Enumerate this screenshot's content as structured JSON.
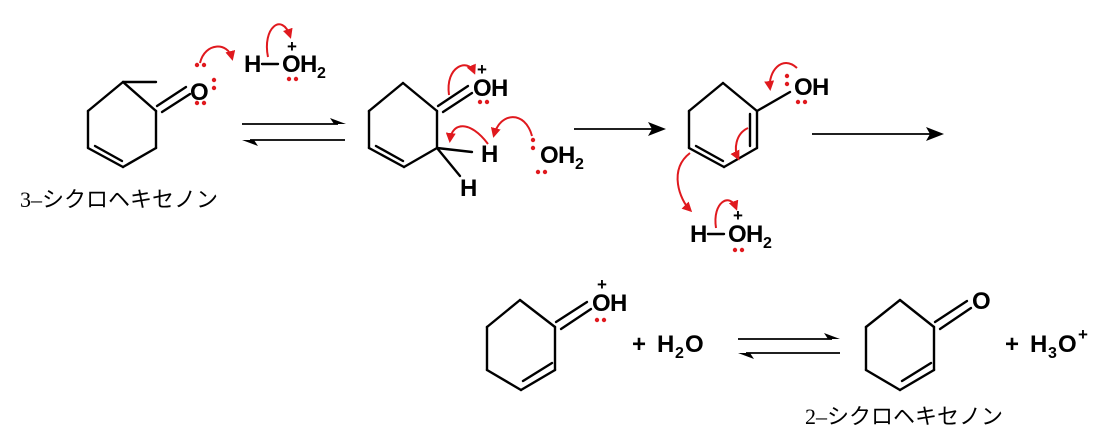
{
  "labels": {
    "reactant_name": "3–シクロヘキセノン",
    "product_name": "2–シクロヘキセノン"
  },
  "atoms": {
    "O": "O",
    "OH": "OH",
    "OH_O": "O",
    "OH_H": "H",
    "H": "H",
    "H2O_H": "H",
    "H2O_O": "O",
    "H3O_H": "H",
    "H3O_O": "O",
    "sub2": "2",
    "sub3": "3",
    "plus_sign": "+",
    "charge_plus": "+"
  },
  "colors": {
    "electron_arrows": "#e0191e",
    "lone_pairs": "#e0191e",
    "bonds": "#000000"
  }
}
